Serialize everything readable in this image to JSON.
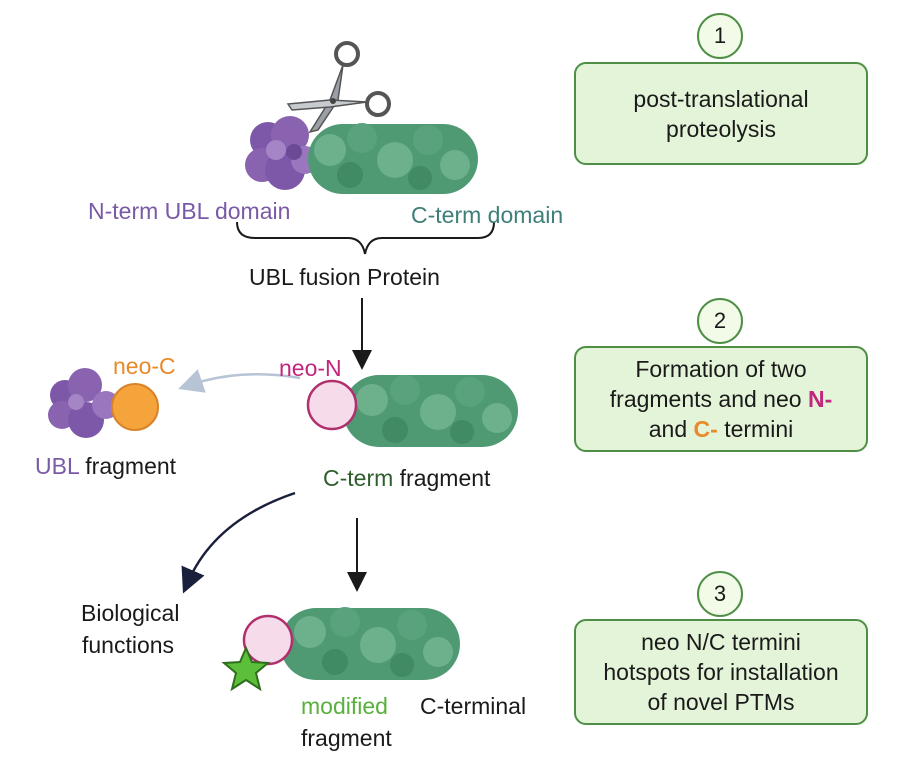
{
  "steps": [
    {
      "number": "1",
      "line1": "post-translational",
      "line2": "proteolysis"
    },
    {
      "number": "2",
      "line1": "Formation of two",
      "line2_text": "fragments and neo",
      "line2_highlight": "N-",
      "line3_text_before": "and",
      "line3_highlight": "C-",
      "line3_text_after": "termini"
    },
    {
      "number": "3",
      "line1": "neo N/C termini",
      "line2": "hotspots for installation",
      "line3": "of novel PTMs"
    }
  ],
  "labels": {
    "n_term_ubl": "N-term UBL",
    "domain_purple": "domain",
    "c_term": "C-term",
    "domain_teal": "domain",
    "fusion_protein": "UBL fusion Protein",
    "neo_c": "neo-C",
    "neo_n": "neo-N",
    "ubl": "UBL",
    "fragment_ubl": "fragment",
    "c_term_fragment": "C-term",
    "fragment_cterm": "fragment",
    "biological_line1": "Biological",
    "biological_line2": "functions",
    "modified": "modified",
    "c_terminal": "C-terminal",
    "fragment_modified": "fragment"
  },
  "icons": [
    "scissors-icon",
    "ubl-domain-blob",
    "c-term-domain-blob",
    "neo-n-circle",
    "neo-c-circle",
    "star-icon",
    "down-arrow-icon",
    "curved-arrow-icon"
  ],
  "colors": {
    "box_fill": "#e4f4d9",
    "box_border": "#4e8e45",
    "ubl_purple": "#8a63b0",
    "cterm_green": "#4f9a73",
    "neo_n_pink": "#f6dcea",
    "neo_c_orange": "#f4a43b",
    "star_green": "#5cbf3a"
  }
}
